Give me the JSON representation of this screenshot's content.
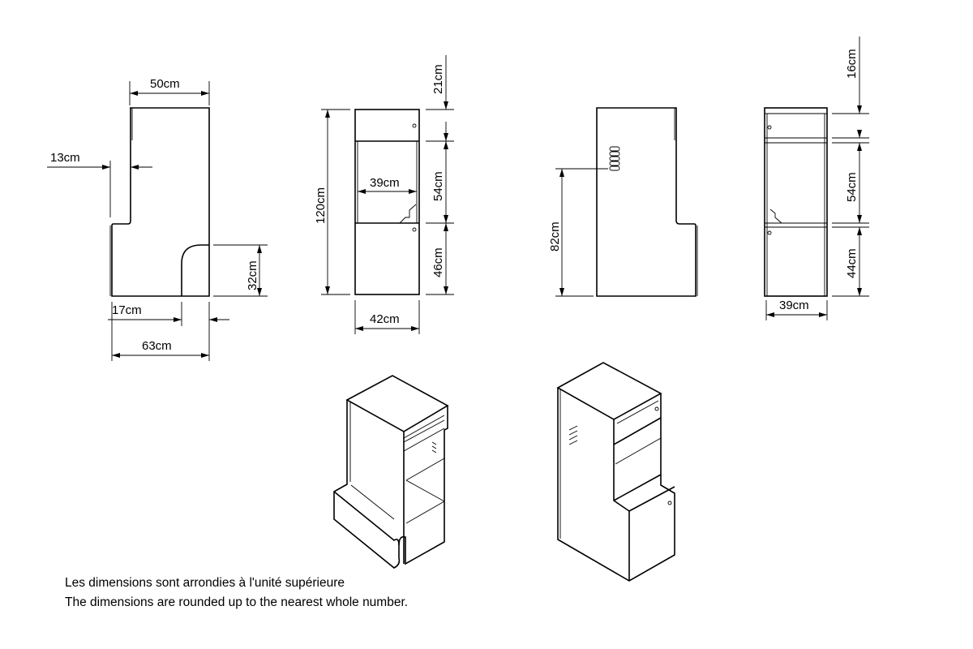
{
  "dimensions": {
    "side_view": {
      "top_width": "50cm",
      "step_depth": "13cm",
      "cutout_height": "32cm",
      "cutout_width": "17cm",
      "total_depth": "63cm"
    },
    "front_view": {
      "total_height": "120cm",
      "top_section": "21cm",
      "middle_section": "54cm",
      "bottom_section": "46cm",
      "inner_width": "39cm",
      "total_width": "42cm"
    },
    "back_view": {
      "vent_height": "82cm"
    },
    "section_view": {
      "top_section": "16cm",
      "middle_section": "54cm",
      "bottom_section": "44cm",
      "inner_width": "39cm"
    }
  },
  "notes": {
    "fr": "Les dimensions sont arrondies à l'unité supérieure",
    "en": "The dimensions are rounded up to the nearest whole number."
  }
}
